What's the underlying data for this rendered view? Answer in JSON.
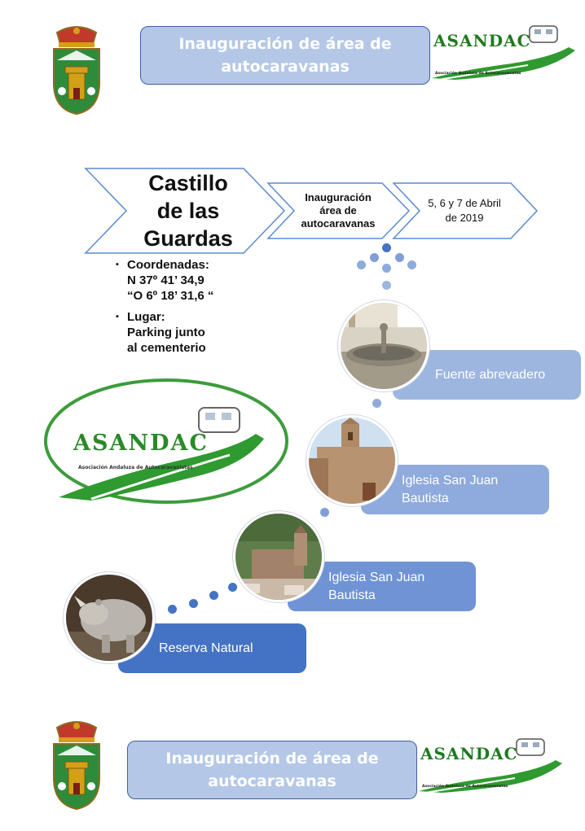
{
  "banner_title": "Inauguración de área de autocaravanas",
  "logo": {
    "brand": "ASANDAC",
    "subtitle": "Asociación Andaluza de Autocaravanistas"
  },
  "process": {
    "step1": [
      "Castillo",
      "de las",
      "Guardas"
    ],
    "step2": [
      "Inauguración",
      "área de",
      "autocaravanas"
    ],
    "step3": [
      "5, 6 y 7 de Abril",
      "de 2019"
    ]
  },
  "details": {
    "coord_label": "Coordenadas:",
    "coord_line1": "N 37º 41’ 34,9",
    "coord_line2": "“O 6º 18’ 31,6 “",
    "place_label": "Lugar:",
    "place_line1": "Parking junto",
    "place_line2": "al cementerio"
  },
  "places": [
    {
      "caption": [
        "Fuente abrevadero"
      ]
    },
    {
      "caption": [
        "Iglesia San Juan",
        "Bautista"
      ]
    },
    {
      "caption": [
        "Iglesia San Juan",
        "Bautista"
      ]
    },
    {
      "caption": [
        "Reserva Natural"
      ]
    }
  ],
  "colors": {
    "banner": "#b4c7e7",
    "accent": "#4472c4",
    "green": "#3c9c3c",
    "dot": "#8faadc"
  }
}
